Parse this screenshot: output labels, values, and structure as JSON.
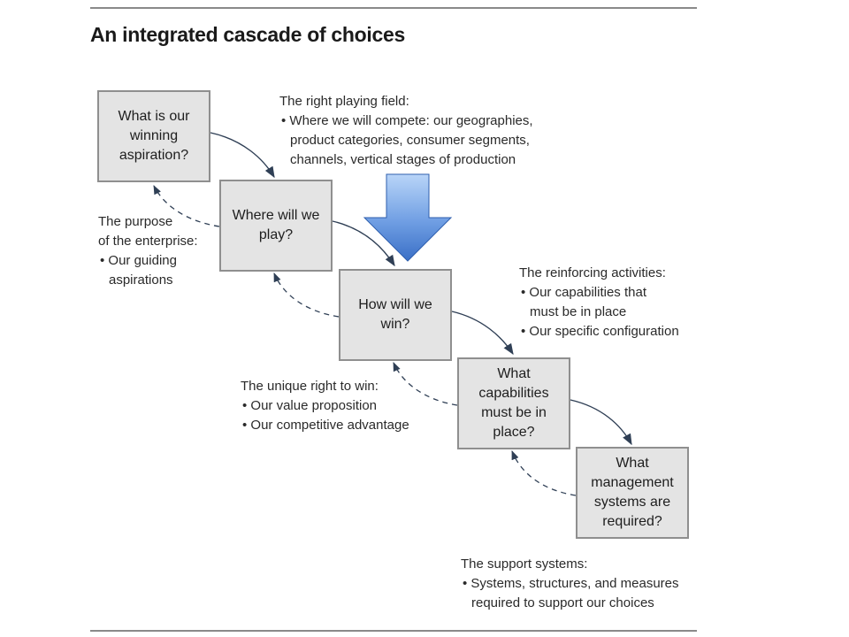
{
  "title": "An integrated cascade of choices",
  "boxes": [
    {
      "label": "What is our\nwinning\naspiration?"
    },
    {
      "label": "Where will we\nplay?"
    },
    {
      "label": "How will we\nwin?"
    },
    {
      "label": "What\ncapabilities\nmust be in\nplace?"
    },
    {
      "label": "What\nmanagement\nsystems are\nrequired?"
    }
  ],
  "notes": {
    "playing_field": {
      "heading": "The right playing field:",
      "bullets": [
        "• Where we will compete: our geographies,\nproduct categories, consumer segments,\nchannels, vertical stages of production"
      ]
    },
    "purpose": {
      "heading": "The purpose\nof the enterprise:",
      "bullets": [
        "• Our guiding\naspirations"
      ]
    },
    "reinforcing": {
      "heading": "The reinforcing activities:",
      "bullets": [
        "• Our capabilities that\nmust be in place",
        "• Our specific configuration"
      ]
    },
    "unique_right": {
      "heading": "The unique right to win:",
      "bullets": [
        "• Our value proposition",
        "• Our competitive advantage"
      ]
    },
    "support": {
      "heading": "The support systems:",
      "bullets": [
        "• Systems, structures, and measures\nrequired to support our choices"
      ]
    }
  },
  "colors": {
    "box_fill": "#e4e4e4",
    "box_border": "#8f8f8f",
    "arrow_dark": "#2f3f55",
    "highlight_arrow_top": "#a9c9f3",
    "highlight_arrow_bottom": "#3d76cc"
  }
}
